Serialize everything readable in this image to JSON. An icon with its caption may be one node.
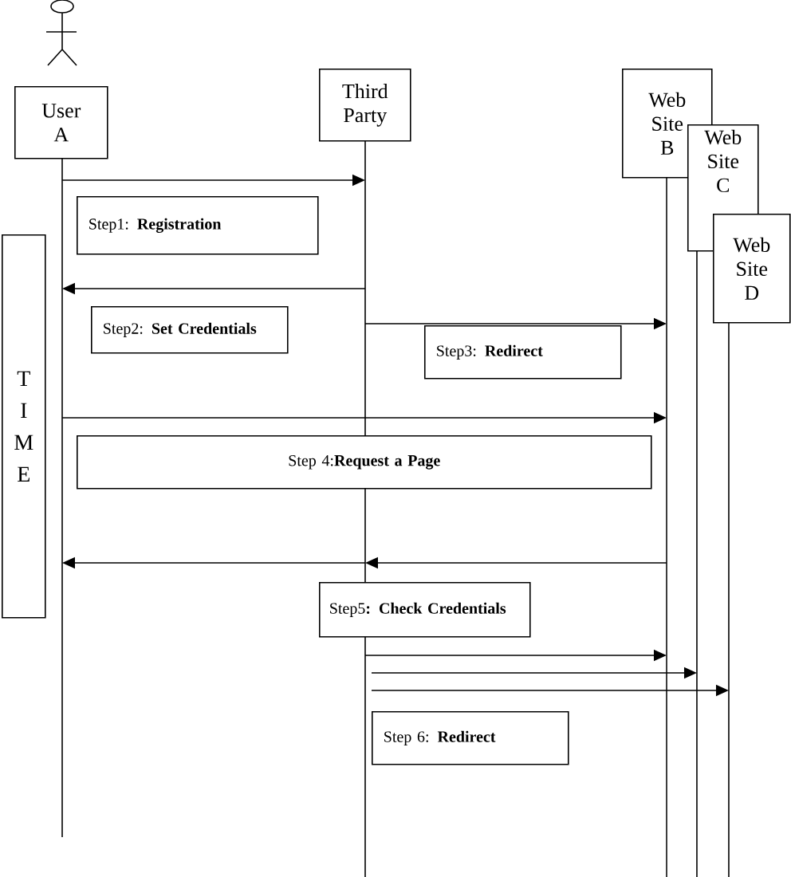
{
  "diagram": {
    "nodes": [
      {
        "text": [
          "User A"
        ]
      },
      {
        "text": [
          "Third Party"
        ]
      },
      {
        "text": [
          "Web Site B"
        ]
      },
      {
        "text": [
          "Web Site C"
        ]
      },
      {
        "text": [
          "Web Site D"
        ]
      },
      {
        "text": [
          "Step1: **Registration**"
        ]
      },
      {
        "text": [
          "T I M E"
        ]
      },
      {
        "text": [
          "Step2: **Set Credentials**"
        ]
      },
      {
        "text": [
          "Step3: **Redirect**"
        ]
      },
      {
        "text": [
          "Step 4:**Request a Page**"
        ]
      },
      {
        "text": [
          "Step5**: Check Credentials**"
        ]
      },
      {
        "text": [
          "Step 6: **Redirect**"
        ]
      },
      {
        "text": [],
        "shape": "line"
      },
      {
        "text": [],
        "shape": "line"
      },
      {
        "text": [],
        "shape": "line"
      },
      {
        "text": [],
        "shape": "line"
      },
      {
        "text": [],
        "shape": "line"
      }
    ],
    "edges": [
      {
        "from": 12,
        "to": 13,
        "arrow": "to"
      },
      {
        "from": 13,
        "to": 12,
        "arrow": "to"
      },
      {
        "from": 13,
        "to": 14,
        "arrow": "to"
      },
      {
        "from": 12,
        "to": 14,
        "arrow": "to"
      },
      {
        "from": 14,
        "to": 13,
        "arrow": "to"
      },
      {
        "from": 13,
        "to": 12,
        "arrow": "to"
      },
      {
        "from": 13,
        "to": 14,
        "arrow": "to"
      },
      {
        "from": 13,
        "to": 15,
        "arrow": "to"
      },
      {
        "from": 13,
        "to": 16,
        "arrow": "to"
      }
    ]
  }
}
